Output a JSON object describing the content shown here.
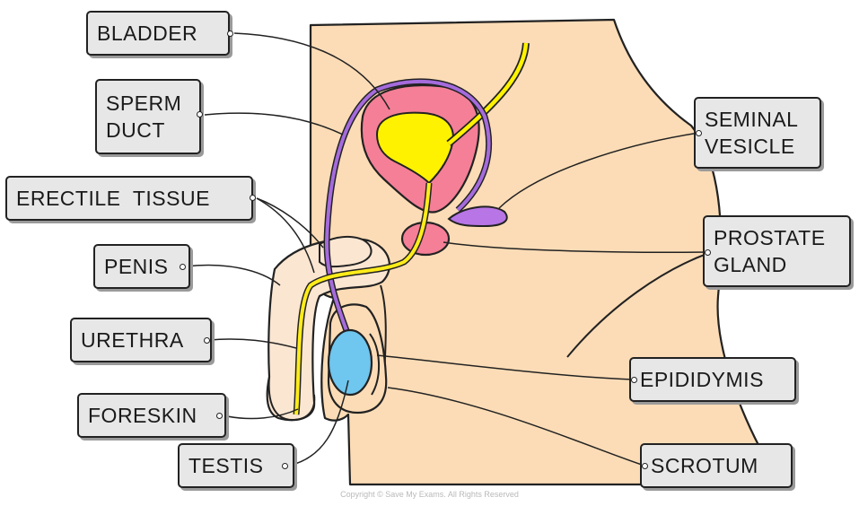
{
  "labels": {
    "bladder": "BLADDER",
    "sperm_duct": [
      "SPERM",
      "DUCT"
    ],
    "erectile_tissue": "ERECTILE  TISSUE",
    "penis": "PENIS",
    "urethra": "URETHRA",
    "foreskin": "FORESKIN",
    "testis": "TESTIS",
    "seminal_vesicle": [
      "SEMINAL",
      "VESICLE"
    ],
    "prostate_gland": [
      "PROSTATE",
      "GLAND"
    ],
    "epididymis": "EPIDIDYMIS",
    "scrotum": "SCROTUM"
  },
  "copyright": "Copyright © Save My Exams. All Rights Reserved",
  "colors": {
    "skin": "#fcdcb6",
    "erectile_tissue": "#fbe6d2",
    "bladder_wall": "#f47f96",
    "bladder_urine": "#fff200",
    "urethra": "#ffec1a",
    "sperm_duct": "#a56bdc",
    "seminal_vesicle": "#b775e6",
    "prostate": "#f47f96",
    "testis": "#6fc6ef",
    "label_fill": "#e7e7e7",
    "outline": "#222222"
  }
}
